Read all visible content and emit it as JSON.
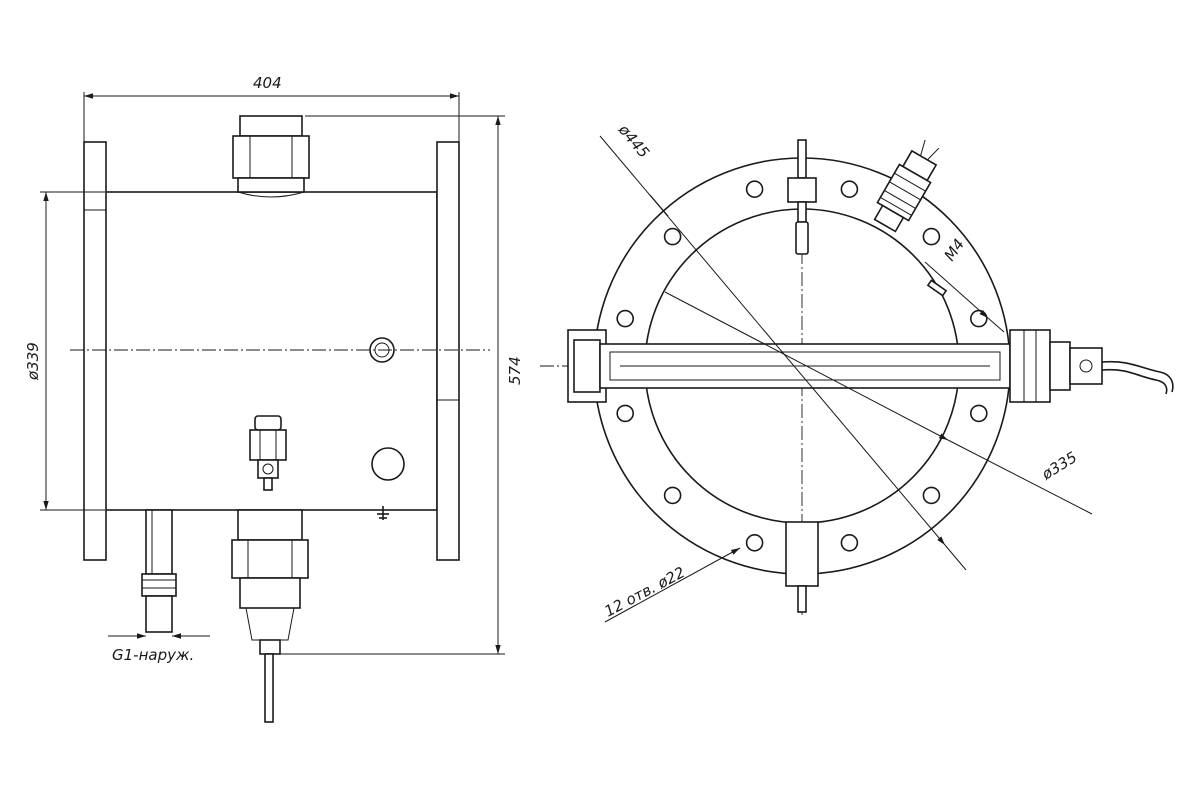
{
  "drawing": {
    "colors": {
      "line": "#1a1a1a",
      "background": "#ffffff"
    },
    "side_view": {
      "dim_width": "404",
      "dim_height": "574",
      "dim_diameter": "ø339",
      "thread_note": "G1-наруж."
    },
    "front_view": {
      "dim_outer_diameter": "ø445",
      "dim_inner_diameter": "ø335",
      "dim_thread": "M4",
      "holes_note": "12 отв. ø22",
      "hole_count": 12
    }
  }
}
